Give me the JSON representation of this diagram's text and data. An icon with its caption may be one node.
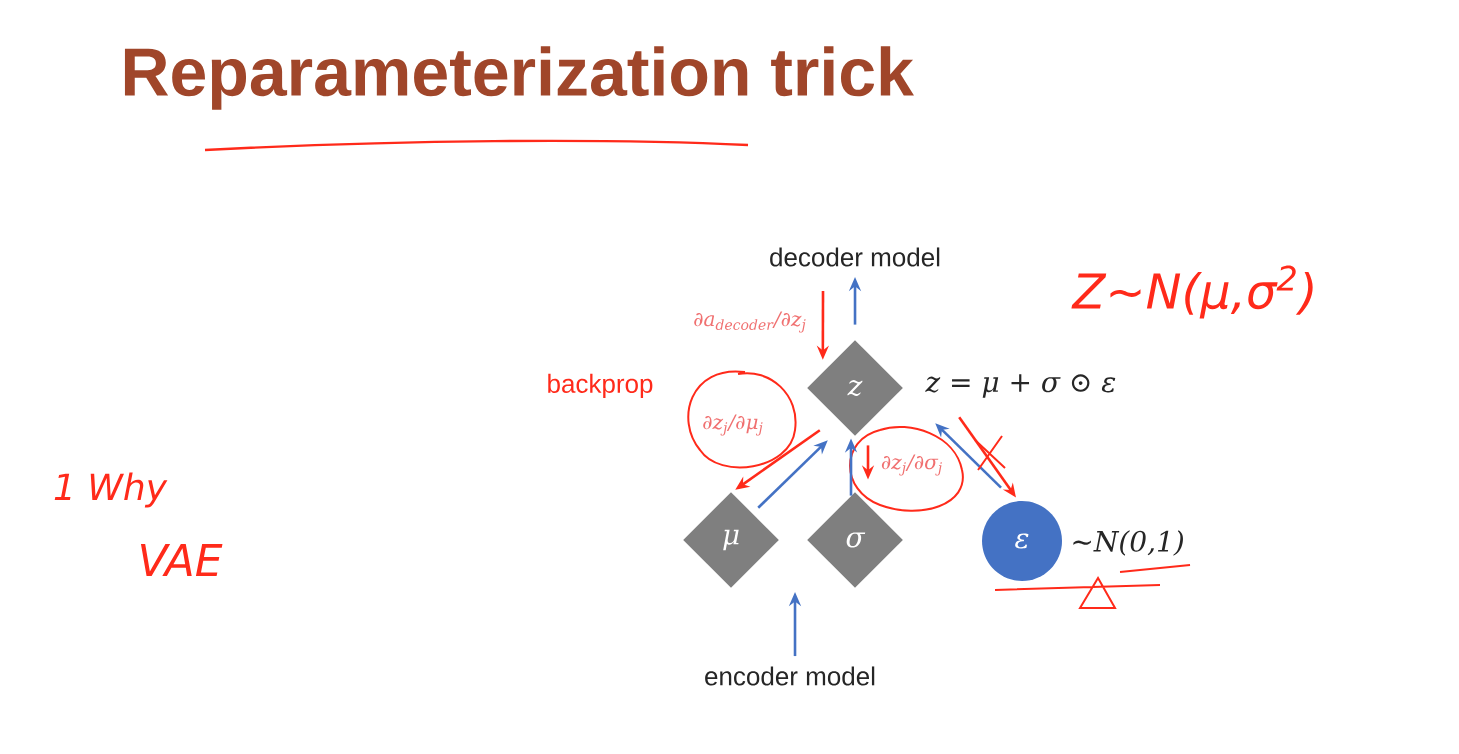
{
  "diagram": {
    "title": "Reparameterization trick",
    "nodes": [
      {
        "text": [
          "decoder model"
        ]
      },
      {
        "text": [
          "z"
        ],
        "beside": [
          "z = μ + σ ⊙ ε"
        ]
      },
      {
        "text": [
          "μ"
        ]
      },
      {
        "text": [
          "σ"
        ]
      },
      {
        "text": [
          "ε"
        ],
        "beside": [
          "~N(0,1)"
        ]
      },
      {
        "text": [
          "encoder model"
        ]
      }
    ],
    "edges": [
      {
        "from": 1,
        "to": 0,
        "arrow": "to"
      },
      {
        "from": 2,
        "to": 1,
        "arrow": "to"
      },
      {
        "from": 3,
        "to": 1,
        "arrow": "to"
      },
      {
        "from": 4,
        "to": 1,
        "arrow": "to"
      },
      {
        "from": 5,
        "to": null,
        "arrow": "to"
      },
      {
        "from": 0,
        "to": 1,
        "arrow": "to",
        "color": "#ff2a1a",
        "label": "∂a$_{decoder}$/∂z$_{j}$"
      },
      {
        "from": 1,
        "to": 2,
        "arrow": "to",
        "color": "#ff2a1a",
        "label": "∂z$_{j}$/∂μ$_{j}$"
      },
      {
        "from": 1,
        "to": 3,
        "arrow": "to",
        "color": "#ff2a1a",
        "label": "∂z$_{j}$/∂σ$_{j}$"
      },
      {
        "from": 1,
        "to": 4,
        "arrow": "to",
        "color": "#ff2a1a"
      }
    ],
    "labels": [
      "backprop",
      "Z~N(μ,σ$^{2}$)",
      "1 Why",
      "VAE"
    ]
  }
}
